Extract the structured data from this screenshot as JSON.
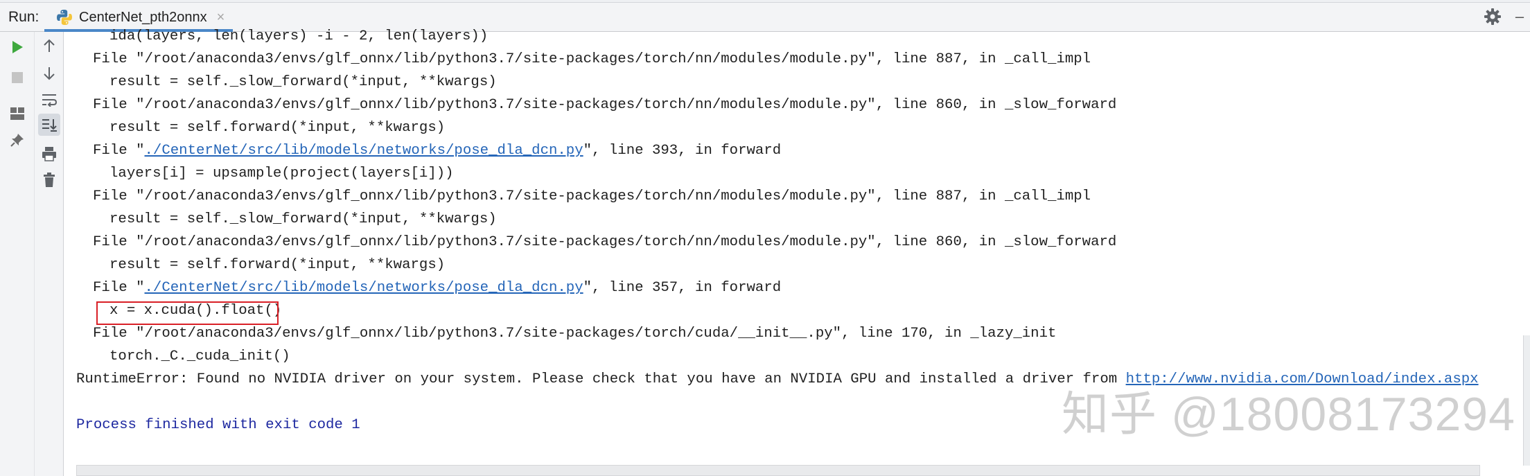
{
  "run_bar": {
    "label": "Run:",
    "tab_title": "CenterNet_pth2onnx",
    "tab_close": "×",
    "minimize": "–"
  },
  "toolbar_left": [
    {
      "name": "rerun-icon",
      "color": "#3ea83e"
    },
    {
      "name": "stop-icon",
      "color": "#c4c4c4"
    },
    {
      "name": "layout-icon",
      "color": "#6e6e6e"
    },
    {
      "name": "pin-icon",
      "color": "#6e6e6e"
    }
  ],
  "toolbar_right": [
    {
      "name": "up-arrow-icon"
    },
    {
      "name": "down-arrow-icon"
    },
    {
      "name": "soft-wrap-icon"
    },
    {
      "name": "scroll-to-end-icon",
      "active": true
    },
    {
      "name": "print-icon"
    },
    {
      "name": "trash-icon"
    }
  ],
  "console": {
    "lines": [
      "ida(layers, len(layers) -i - 2, len(layers))",
      "File \"/root/anaconda3/envs/glf_onnx/lib/python3.7/site-packages/torch/nn/modules/module.py\", line 887, in _call_impl",
      "result = self._slow_forward(*input, **kwargs)",
      "File \"/root/anaconda3/envs/glf_onnx/lib/python3.7/site-packages/torch/nn/modules/module.py\", line 860, in _slow_forward",
      "result = self.forward(*input, **kwargs)",
      {
        "pre": "File \"",
        "link": "./CenterNet/src/lib/models/networks/pose_dla_dcn.py",
        "post": "\", line 393, in forward"
      },
      "layers[i] = upsample(project(layers[i]))",
      "File \"/root/anaconda3/envs/glf_onnx/lib/python3.7/site-packages/torch/nn/modules/module.py\", line 887, in _call_impl",
      "result = self._slow_forward(*input, **kwargs)",
      "File \"/root/anaconda3/envs/glf_onnx/lib/python3.7/site-packages/torch/nn/modules/module.py\", line 860, in _slow_forward",
      "result = self.forward(*input, **kwargs)",
      {
        "pre": "File \"",
        "link": "./CenterNet/src/lib/models/networks/pose_dla_dcn.py",
        "post": "\", line 357, in forward"
      },
      "x = x.cuda().float()",
      "File \"/root/anaconda3/envs/glf_onnx/lib/python3.7/site-packages/torch/cuda/__init__.py\", line 170, in _lazy_init",
      "torch._C._cuda_init()",
      {
        "pre": "RuntimeError: Found no NVIDIA driver on your system. Please check that you have an NVIDIA GPU and installed a driver from ",
        "link": "http://www.nvidia.com/Download/index.aspx",
        "post": ""
      },
      "Process finished with exit code 1"
    ]
  },
  "watermark": "知乎 @18008173294"
}
